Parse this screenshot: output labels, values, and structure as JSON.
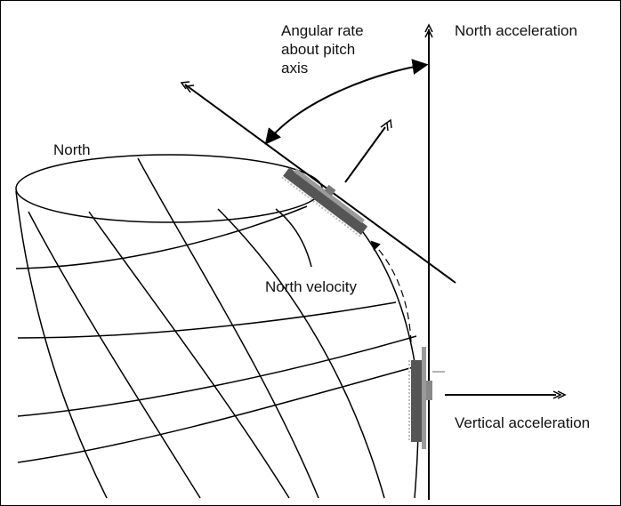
{
  "labels": {
    "angular_rate": [
      "Angular rate",
      "about pitch",
      "axis"
    ],
    "north_acceleration": "North acceleration",
    "north": "North",
    "north_velocity": "North velocity",
    "vertical_acceleration": "Vertical acceleration"
  },
  "colors": {
    "ink": "#000000",
    "aircraft_body": "#555555",
    "aircraft_detail": "#9a9a9a"
  }
}
